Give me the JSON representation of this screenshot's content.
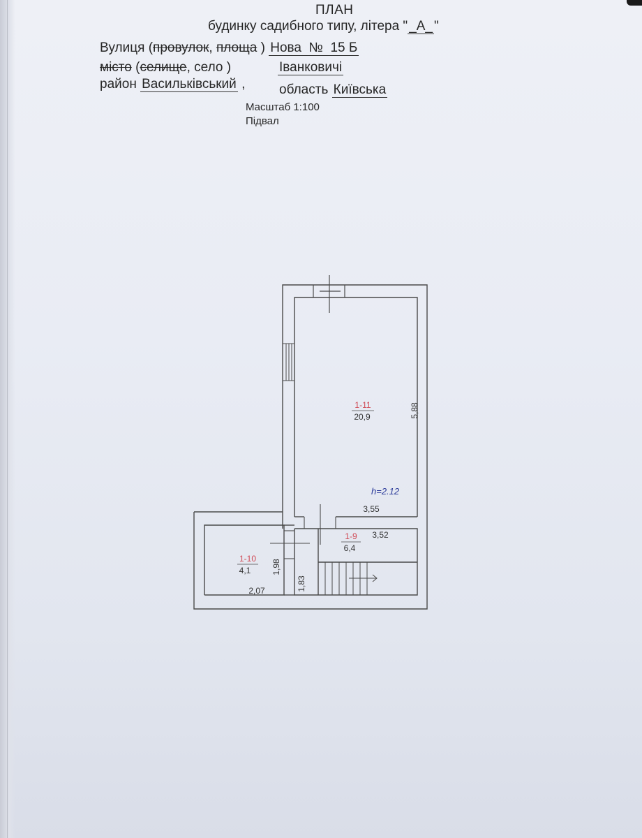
{
  "header": {
    "title": "ПЛАН",
    "subtitle_prefix": "будинку садибного типу, літера \"",
    "letter": "_А_",
    "subtitle_suffix": "\""
  },
  "address": {
    "street_label": "Вулиця (",
    "street_struck1": "провулок",
    "street_comma": ", ",
    "street_struck2": "площа",
    "street_close": " )",
    "street_name": "Нова",
    "number_label": "№",
    "number_value": "15 Б",
    "city_struck1": "місто",
    "city_open": " (",
    "city_struck2": "селище",
    "city_rest": ", село )",
    "village": "Іванковичі",
    "district_label": "район",
    "district": "Васильківський",
    "district_sep": ",",
    "region_label": "область",
    "region": "Київська"
  },
  "scale": "Масштаб 1:100",
  "floor": "Підвал",
  "rooms": [
    {
      "id": "1-11",
      "area": "20,9"
    },
    {
      "id": "1-9",
      "area": "6,4"
    },
    {
      "id": "1-10",
      "area": "4,1"
    }
  ],
  "dimensions": {
    "big_height": "5,88",
    "big_width": "3,55",
    "mid_width": "3,52",
    "small_width": "2,07",
    "small_height": "1,98",
    "corridor_height": "1,83"
  },
  "handwritten_height": "h=2.12",
  "colors": {
    "room_id": "#d04a55",
    "handwriting": "#2b3a9a",
    "lines": "#4a4a4a"
  }
}
